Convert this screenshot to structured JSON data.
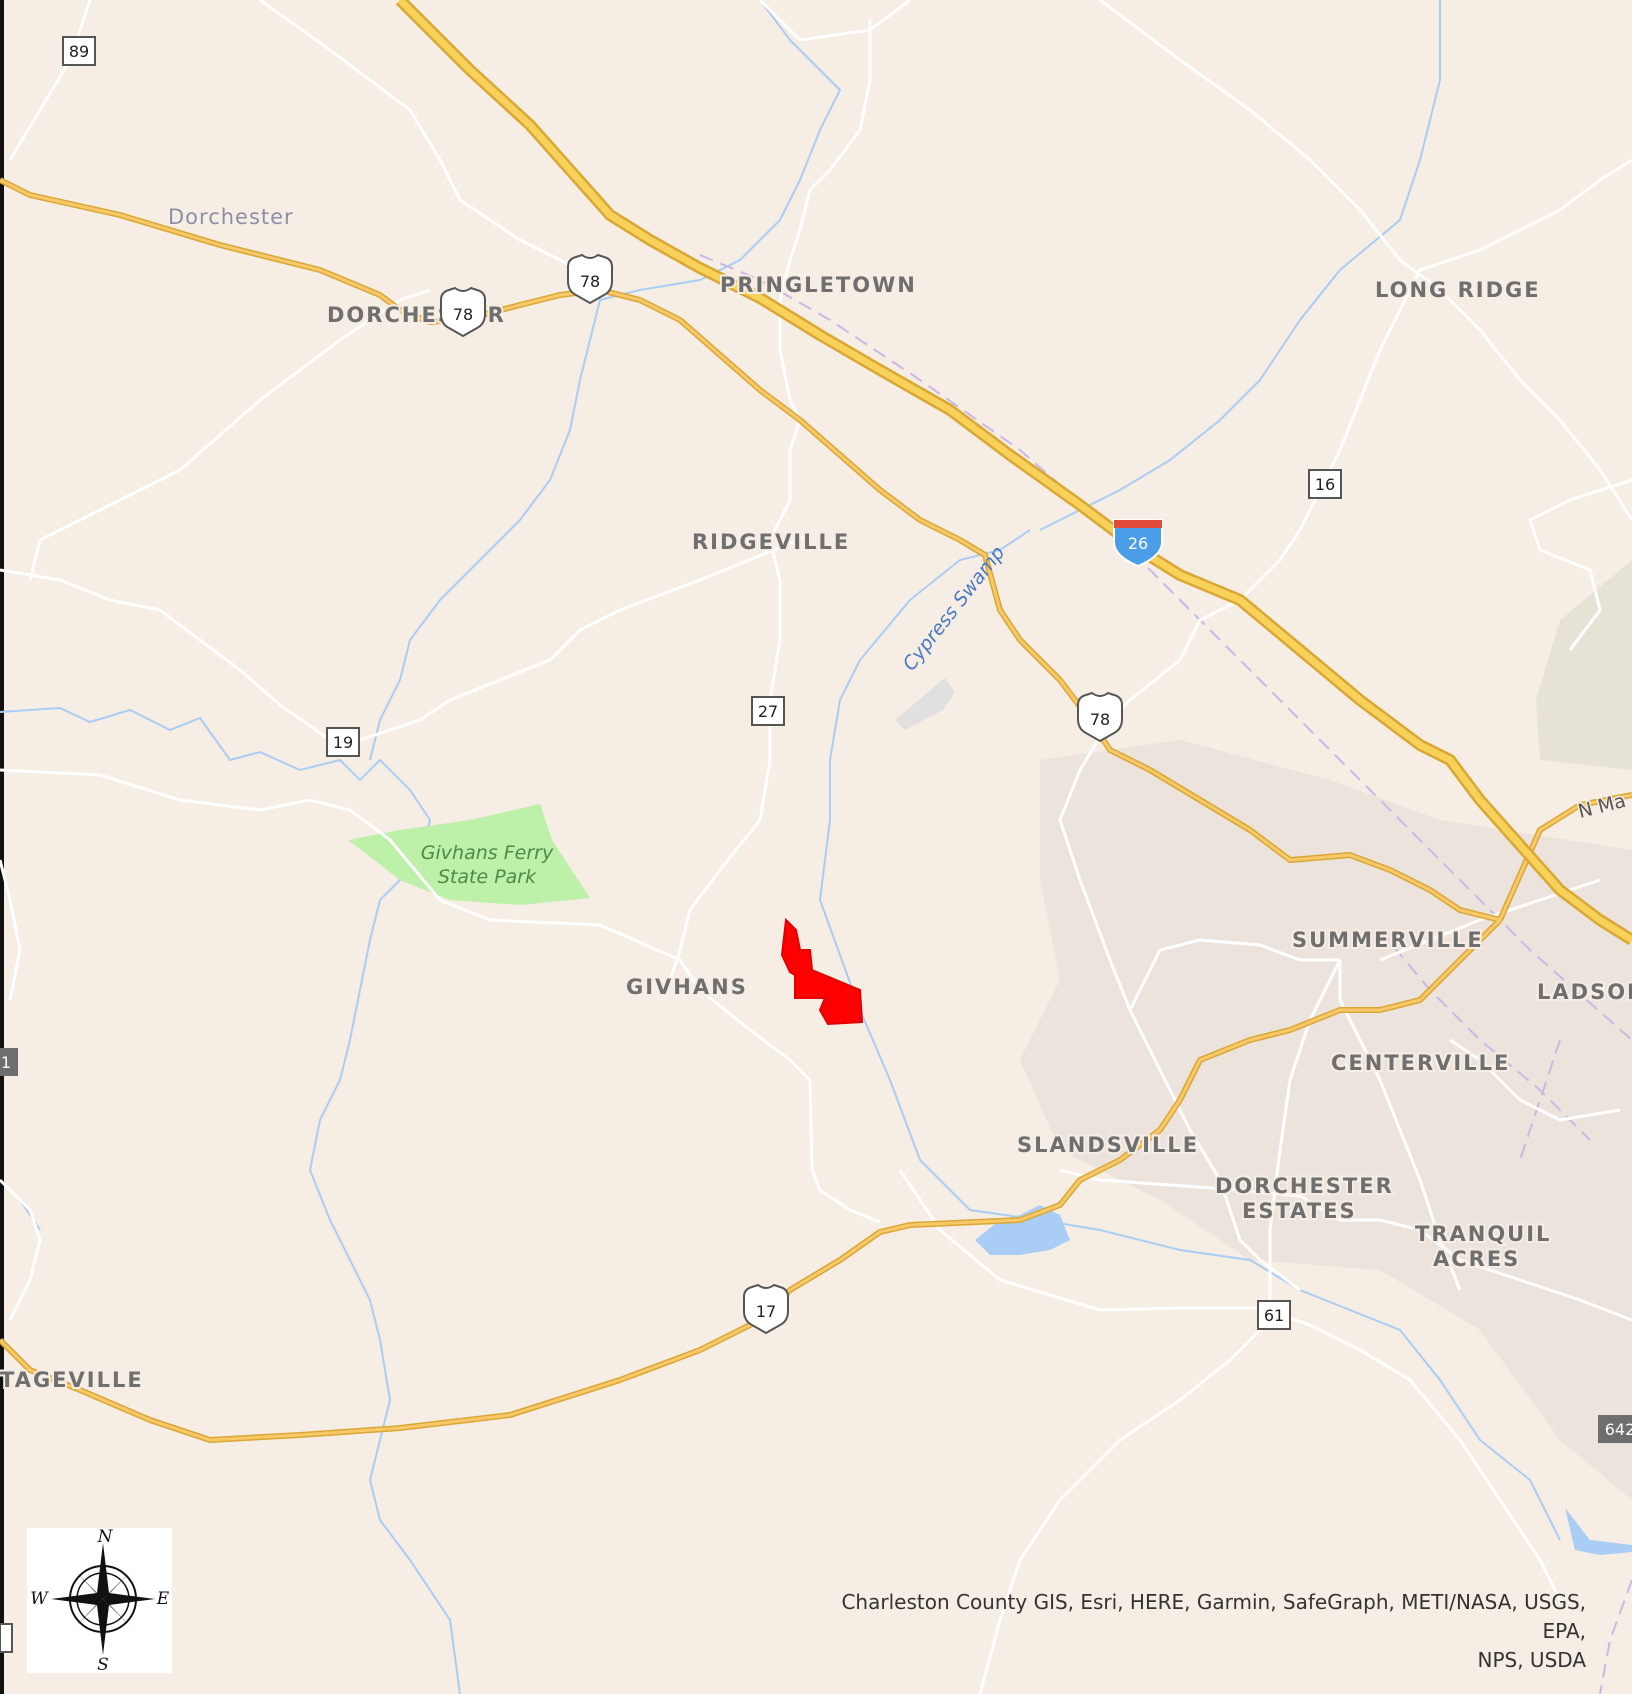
{
  "map": {
    "background": "#f6ede4",
    "colors": {
      "highway": "#f5c542",
      "highway_casing": "#d9a733",
      "us_route": "#f9c86a",
      "local_road": "#ffffff",
      "water": "#a9cdf5",
      "park": "#bdf0a8",
      "parcel": "#ff0000",
      "railroad": "#c9b8e6",
      "urban": "#ebe3dc"
    },
    "places": [
      {
        "id": "dorchester-region",
        "label": "Dorchester"
      },
      {
        "id": "dorchester",
        "label": "DORCHESTER"
      },
      {
        "id": "pringletown",
        "label": "PRINGLETOWN"
      },
      {
        "id": "long-ridge",
        "label": "LONG RIDGE"
      },
      {
        "id": "ridgeville",
        "label": "RIDGEVILLE"
      },
      {
        "id": "givhans",
        "label": "GIVHANS"
      },
      {
        "id": "summerville",
        "label": "SUMMERVILLE"
      },
      {
        "id": "ladson",
        "label": "LADSON"
      },
      {
        "id": "centerville",
        "label": "CENTERVILLE"
      },
      {
        "id": "slandsville",
        "label": "SLANDSVILLE"
      },
      {
        "id": "dorchester-estates-1",
        "label": "DORCHESTER"
      },
      {
        "id": "dorchester-estates-2",
        "label": "ESTATES"
      },
      {
        "id": "tranquil-acres-1",
        "label": "TRANQUIL"
      },
      {
        "id": "tranquil-acres-2",
        "label": "ACRES"
      },
      {
        "id": "tageville",
        "label": "TAGEVILLE"
      }
    ],
    "park_labels": [
      "Givhans Ferry",
      "State Park"
    ],
    "water_label": "Cypress Swamp",
    "street_label": "N Ma",
    "shields": {
      "sc_89": "89",
      "sc_19": "19",
      "sc_27": "27",
      "sc_16": "16",
      "sc_61": "61",
      "us_78_a": "78",
      "us_78_b": "78",
      "us_78_c": "78",
      "us_17": "17",
      "i_26": "26",
      "edge_642": "642",
      "edge_left": "1"
    },
    "attribution_line1": "Charleston County GIS, Esri, HERE, Garmin, SafeGraph, METI/NASA, USGS, EPA,",
    "attribution_line2": "NPS, USDA",
    "compass": {
      "n": "N",
      "s": "S",
      "e": "E",
      "w": "W"
    }
  }
}
